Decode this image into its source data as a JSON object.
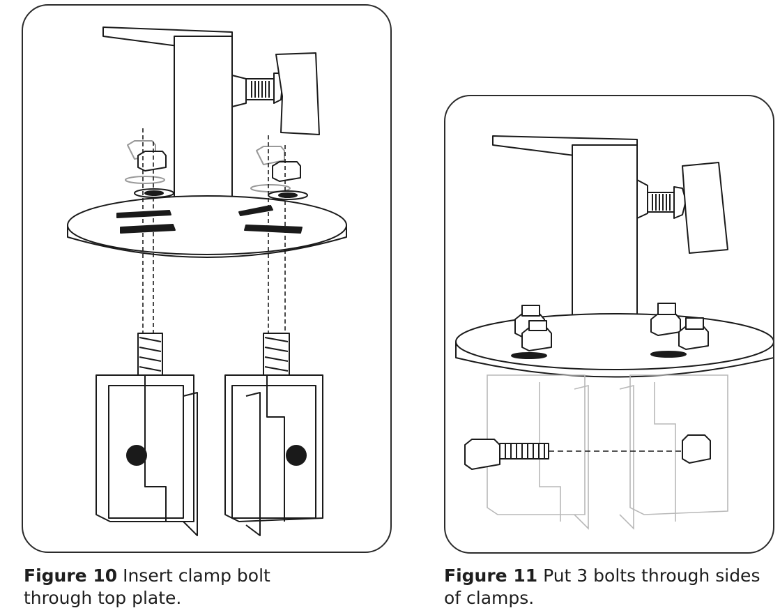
{
  "figures": [
    {
      "label": "Figure 10",
      "text": "Insert clamp bolt through top plate."
    },
    {
      "label": "Figure 11",
      "text": "Put 3 bolts through sides of clamps."
    }
  ]
}
